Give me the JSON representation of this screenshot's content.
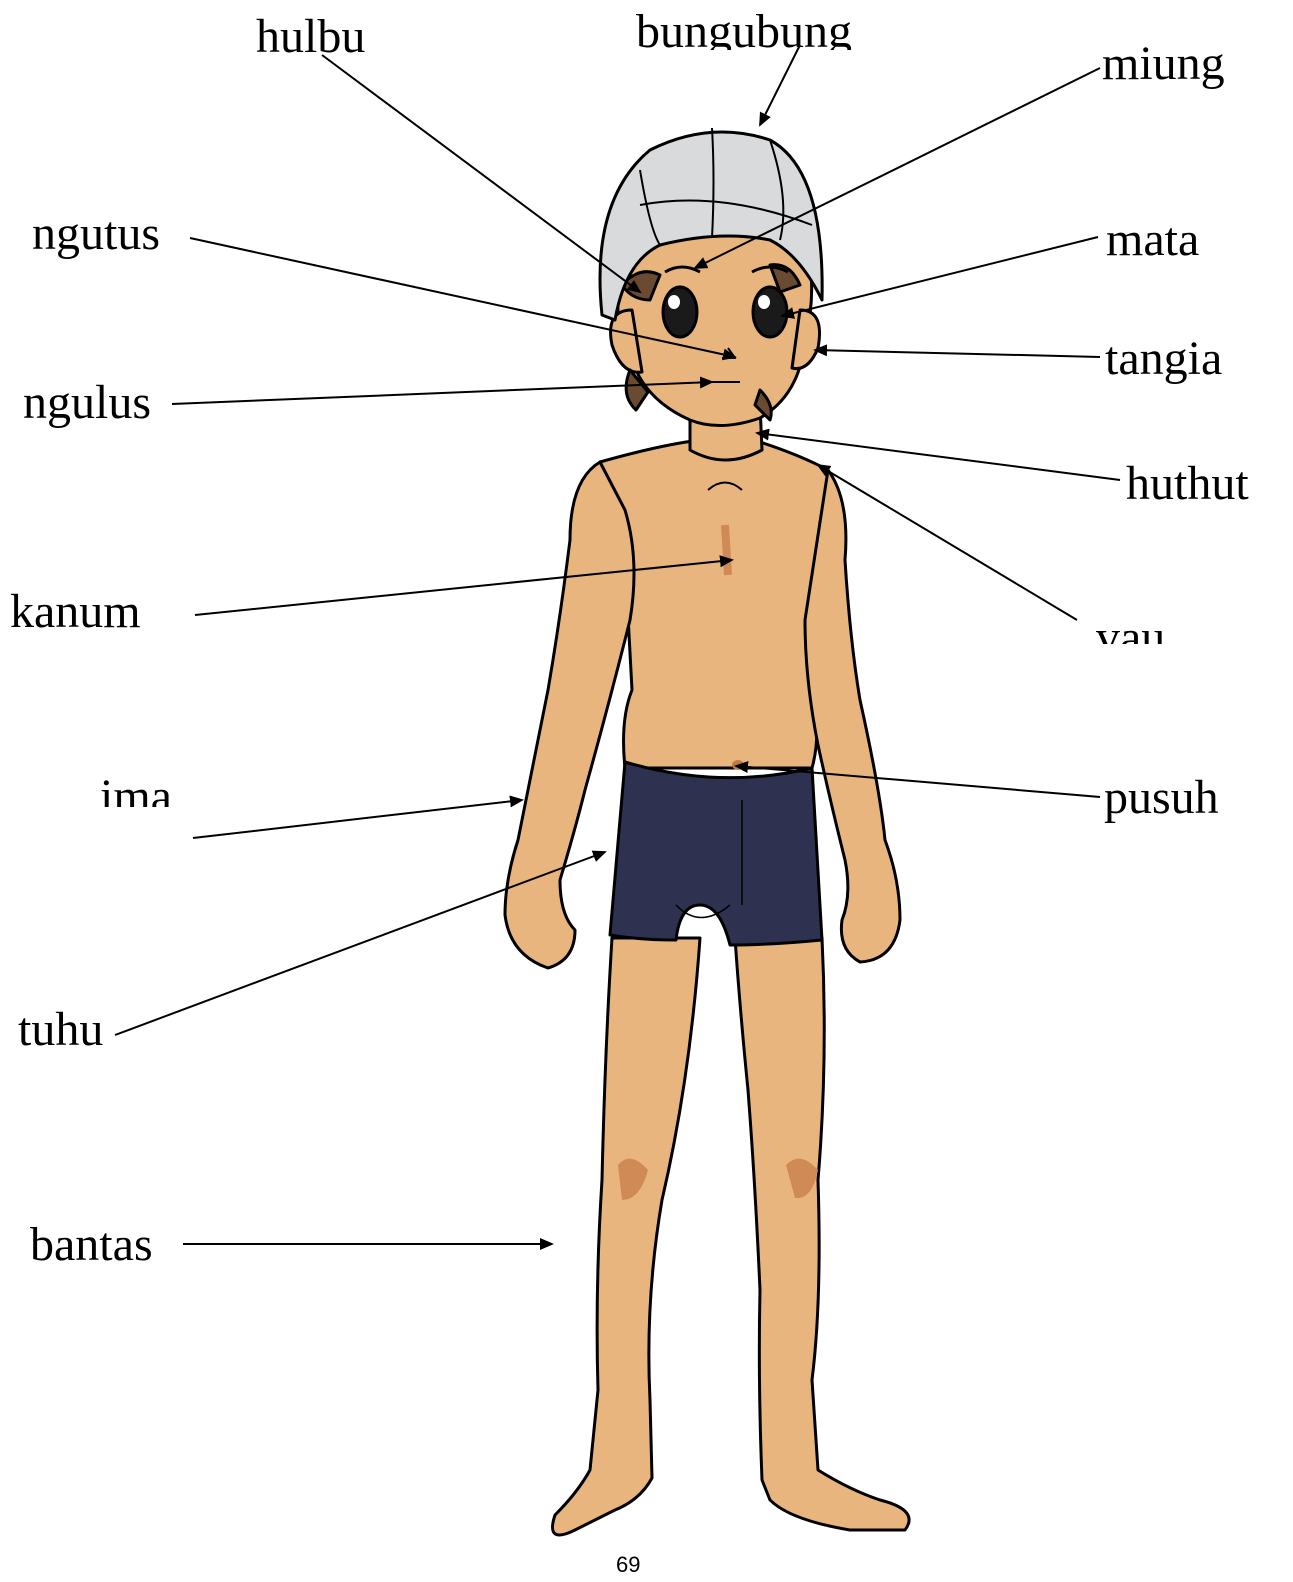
{
  "labels": {
    "hulbu": "hulbu",
    "bungubung": "bungubung",
    "miung": "miung",
    "ngutus": "ngutus",
    "mata": "mata",
    "tangia": "tangia",
    "ngulus": "ngulus",
    "huthut": "huthut",
    "kanum": "kanum",
    "vau": "vau",
    "ima": "ima",
    "pusuh": "pusuh",
    "tuhu": "tuhu",
    "bantas": "bantas"
  },
  "page_number": "69",
  "colors": {
    "skin": "#E9B57F",
    "skin_shadow": "#D08A55",
    "cap": "#D9DADC",
    "shorts": "#2F3150",
    "hair": "#6B4A32",
    "outline": "#000000",
    "leader_line": "#000000"
  }
}
